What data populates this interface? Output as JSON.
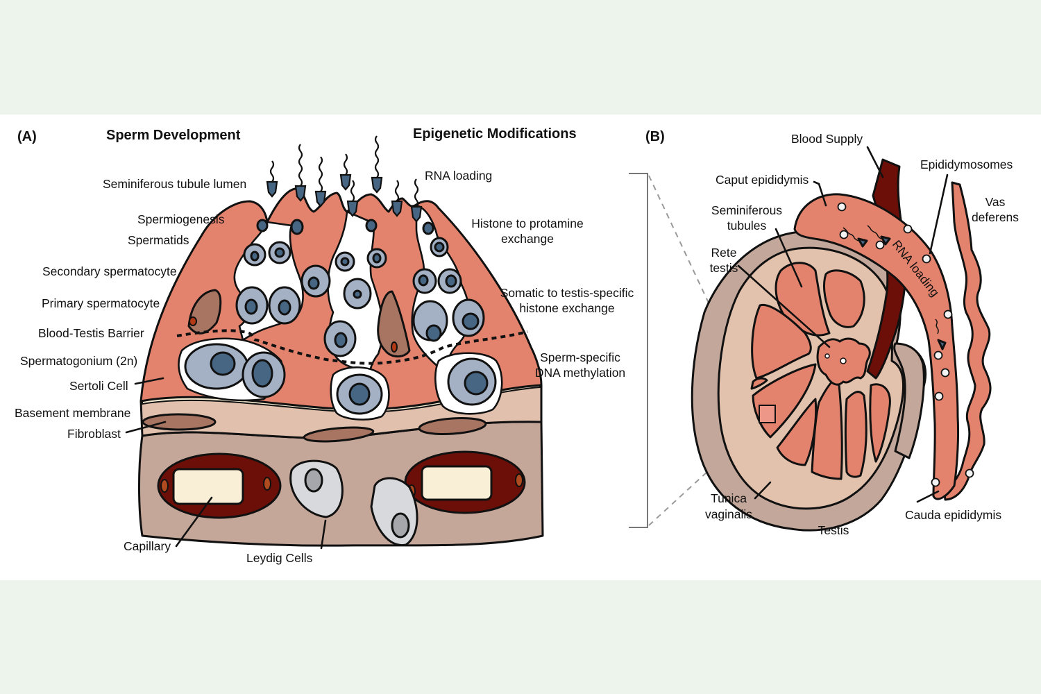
{
  "figure": {
    "panel_a": {
      "letter": "(A)",
      "header_left": "Sperm Development",
      "header_right": "Epigenetic Modifications",
      "labels_left": {
        "lumen": "Seminiferous tubule lumen",
        "spermiogenesis": "Spermiogenesis",
        "spermatids": "Spermatids",
        "secondary": "Secondary spermatocyte",
        "primary": "Primary spermatocyte",
        "btb": "Blood-Testis Barrier",
        "spermatogonium": "Spermatogonium (2n)",
        "sertoli": "Sertoli Cell",
        "basement": "Basement membrane",
        "fibroblast": "Fibroblast",
        "capillary": "Capillary",
        "leydig": "Leydig Cells"
      },
      "labels_right": {
        "rna": "RNA loading",
        "histone1": "Histone to protamine",
        "histone2": "exchange",
        "somatic1": "Somatic to testis-specific",
        "somatic2": "histone exchange",
        "dna1": "Sperm-specific",
        "dna2": "DNA methylation"
      }
    },
    "panel_b": {
      "letter": "(B)",
      "labels": {
        "blood_supply": "Blood Supply",
        "epididymosomes": "Epididymosomes",
        "caput": "Caput epididymis",
        "vas1": "Vas",
        "vas2": "deferens",
        "semi1": "Seminiferous",
        "semi2": "tubules",
        "rete1": "Rete",
        "rete2": "testis",
        "rna_loading": "RNA loading",
        "tunica1": "Tunica",
        "tunica2": "vaginalis",
        "testis": "Testis",
        "cauda": "Cauda epididymis"
      }
    },
    "colors": {
      "background": "#edf4ec",
      "sertoli": "#e4836d",
      "germ_cell": "#a4b1c4",
      "nucleus": "#476683",
      "interstitium": "#c5a79a",
      "basement": "#e1c1ae",
      "fibroblast": "#a77562",
      "vessel": "#6b0f08",
      "lumen": "#f8efd6",
      "leydig": "#d7d9dc",
      "tunica": "#c2a79a",
      "capsule": "#e3c2ad"
    }
  }
}
